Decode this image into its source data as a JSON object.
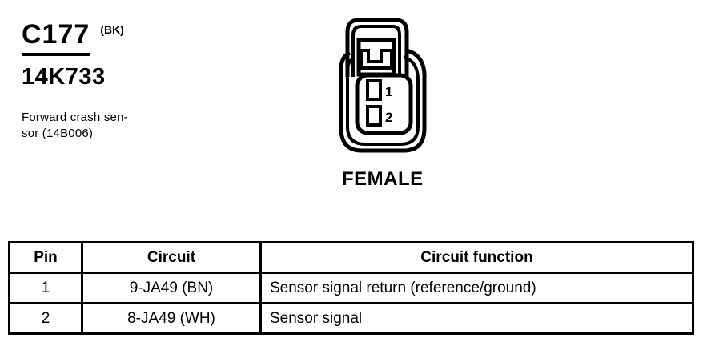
{
  "page": {
    "background": "#ffffff",
    "ink": "#000000"
  },
  "connector": {
    "id": "C177",
    "color_code": "(BK)",
    "part_number": "14K733",
    "description_line1": "Forward crash sen-",
    "description_line2": "sor (14B006)",
    "gender_label": "FEMALE",
    "pin_labels": [
      "1",
      "2"
    ]
  },
  "pinout_table": {
    "headers": [
      "Pin",
      "Circuit",
      "Circuit function"
    ],
    "rows": [
      {
        "pin": "1",
        "circuit": "9-JA49 (BN)",
        "function": "Sensor signal return (reference/ground)"
      },
      {
        "pin": "2",
        "circuit": "8-JA49 (WH)",
        "function": "Sensor signal"
      }
    ]
  }
}
